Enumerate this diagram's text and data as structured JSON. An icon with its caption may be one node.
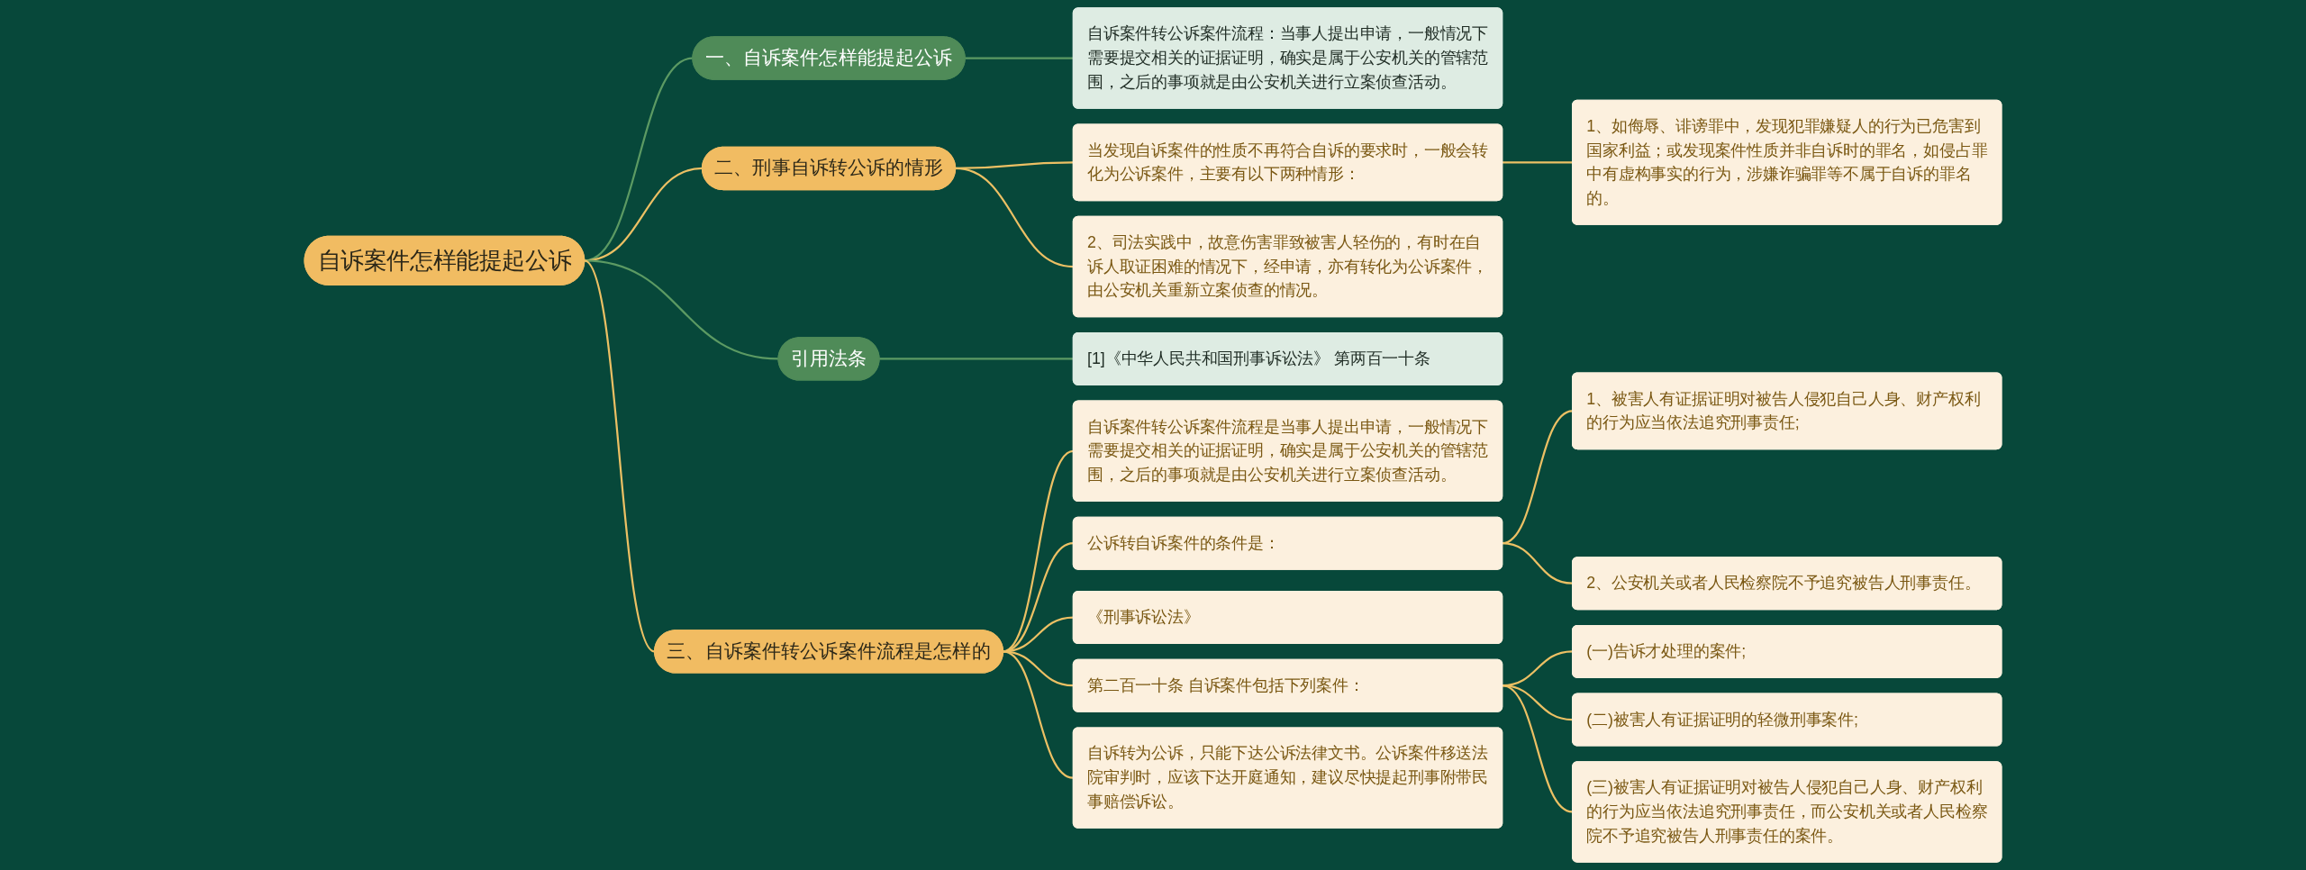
{
  "diagram": {
    "nodes": [
      {
        "text": [
          "自诉案件怎样能提起公诉"
        ]
      },
      {
        "text": [
          "一、自诉案件怎样能提起公诉"
        ]
      },
      {
        "text": [
          "自诉案件转公诉案件流程：当事人提出申请，一般情况下需要提交相关的证据证明，确实是属于公安机关的管辖范围，之后的事项就是由公安机关进行立案侦查活动。"
        ]
      },
      {
        "text": [
          "二、刑事自诉转公诉的情形"
        ]
      },
      {
        "text": [
          "当发现自诉案件的性质不再符合自诉的要求时，一般会转化为公诉案件，主要有以下两种情形："
        ]
      },
      {
        "text": [
          "1、如侮辱、诽谤罪中，发现犯罪嫌疑人的行为已危害到国家利益；或发现案件性质并非自诉时的罪名，如侵占罪中有虚构事实的行为，涉嫌诈骗罪等不属于自诉的罪名的。"
        ]
      },
      {
        "text": [
          "2、司法实践中，故意伤害罪致被害人轻伤的，有时在自诉人取证困难的情况下，经申请，亦有转化为公诉案件，由公安机关重新立案侦查的情况。"
        ]
      },
      {
        "text": [
          "引用法条"
        ]
      },
      {
        "text": [
          "[1]《中华人民共和国刑事诉讼法》 第两百一十条"
        ]
      },
      {
        "text": [
          "三、自诉案件转公诉案件流程是怎样的"
        ]
      },
      {
        "text": [
          "自诉案件转公诉案件流程是当事人提出申请，一般情况下需要提交相关的证据证明，确实是属于公安机关的管辖范围，之后的事项就是由公安机关进行立案侦查活动。"
        ]
      },
      {
        "text": [
          "公诉转自诉案件的条件是："
        ]
      },
      {
        "text": [
          "1、被害人有证据证明对被告人侵犯自己人身、财产权利的行为应当依法追究刑事责任;"
        ]
      },
      {
        "text": [
          "2、公安机关或者人民检察院不予追究被告人刑事责任。"
        ]
      },
      {
        "text": [
          "《刑事诉讼法》"
        ]
      },
      {
        "text": [
          "第二百一十条 自诉案件包括下列案件："
        ]
      },
      {
        "text": [
          "(一)告诉才处理的案件;"
        ]
      },
      {
        "text": [
          "(二)被害人有证据证明的轻微刑事案件;"
        ]
      },
      {
        "text": [
          "(三)被害人有证据证明对被告人侵犯自己人身、财产权利的行为应当依法追究刑事责任，而公安机关或者人民检察院不予追究被告人刑事责任的案件。"
        ]
      },
      {
        "text": [
          "自诉转为公诉，只能下达公诉法律文书。公诉案件移送法院审判时，应该下达开庭通知，建议尽快提起刑事附带民事赔偿诉讼。"
        ]
      }
    ],
    "edges": [
      {
        "from": 0,
        "to": 1,
        "arrow": "none",
        "color": "#5c9a63"
      },
      {
        "from": 1,
        "to": 2,
        "arrow": "none",
        "color": "#5c9a63"
      },
      {
        "from": 0,
        "to": 3,
        "arrow": "none"
      },
      {
        "from": 3,
        "to": 4,
        "arrow": "none"
      },
      {
        "from": 4,
        "to": 5,
        "arrow": "none"
      },
      {
        "from": 3,
        "to": 6,
        "arrow": "none"
      },
      {
        "from": 0,
        "to": 7,
        "arrow": "none",
        "color": "#5c9a63"
      },
      {
        "from": 7,
        "to": 8,
        "arrow": "none",
        "color": "#5c9a63"
      },
      {
        "from": 0,
        "to": 9,
        "arrow": "none"
      },
      {
        "from": 9,
        "to": 10,
        "arrow": "none"
      },
      {
        "from": 9,
        "to": 11,
        "arrow": "none"
      },
      {
        "from": 11,
        "to": 12,
        "arrow": "none"
      },
      {
        "from": 11,
        "to": 13,
        "arrow": "none"
      },
      {
        "from": 9,
        "to": 14,
        "arrow": "none"
      },
      {
        "from": 9,
        "to": 15,
        "arrow": "none"
      },
      {
        "from": 15,
        "to": 16,
        "arrow": "none"
      },
      {
        "from": 15,
        "to": 17,
        "arrow": "none"
      },
      {
        "from": 15,
        "to": 18,
        "arrow": "none"
      },
      {
        "from": 9,
        "to": 19,
        "arrow": "none"
      }
    ]
  }
}
